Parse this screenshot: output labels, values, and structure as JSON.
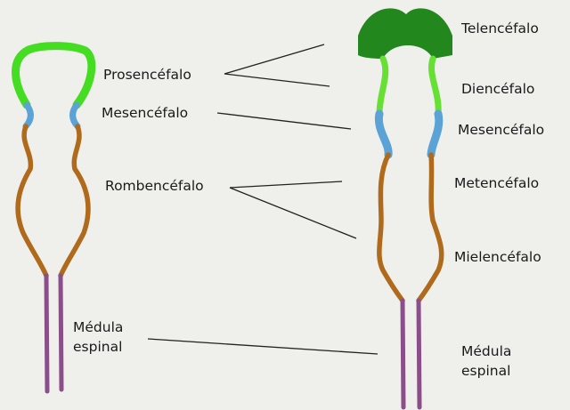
{
  "labels": {
    "prosencefalo": "Prosencéfalo",
    "mesencefalo_left": "Mesencéfalo",
    "rombencefalo": "Rombencéfalo",
    "medula_left_line1": "Médula",
    "medula_left_line2": "espinal",
    "telencefalo": "Telencéfalo",
    "diencefalo": "Diencéfalo",
    "mesencefalo_right": "Mesencéfalo",
    "metencefalo": "Metencéfalo",
    "mielencefalo": "Mielencéfalo",
    "medula_right_line1": "Médula",
    "medula_right_line2": "espinal"
  },
  "colors": {
    "background": "#efefec",
    "prosencefalo_green": "#44dd22",
    "telencefalo_green": "#22881e",
    "diencefalo_green": "#66e033",
    "mesencefalo_blue": "#5ba3d6",
    "rombencefalo_brown": "#b06a1c",
    "medula_purple": "#8a4f88",
    "leader_line": "#222222"
  }
}
